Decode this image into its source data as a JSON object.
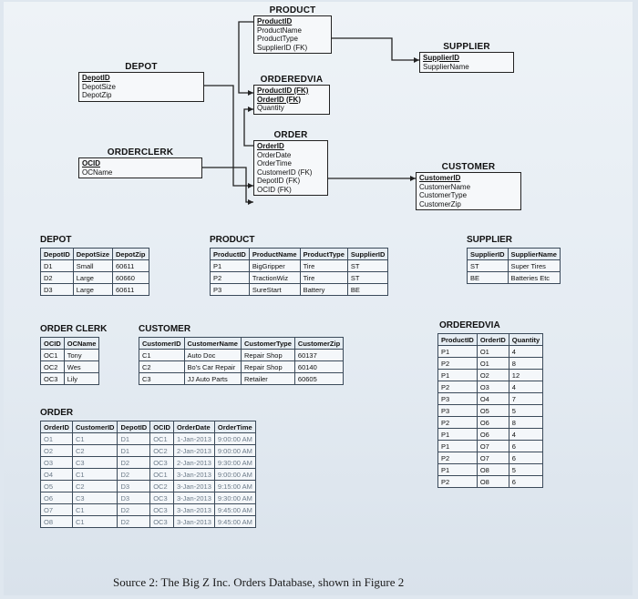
{
  "erd": {
    "product": {
      "name": "PRODUCT",
      "fields": [
        "ProductID",
        "ProductName",
        "ProductType",
        "SupplierID (FK)"
      ]
    },
    "depot": {
      "name": "DEPOT",
      "fields": [
        "DepotID",
        "DepotSize",
        "DepotZip"
      ]
    },
    "supplier": {
      "name": "SUPPLIER",
      "fields": [
        "SupplierID",
        "SupplierName"
      ]
    },
    "orderedvia": {
      "name": "ORDEREDVIA",
      "fields": [
        "ProductID (FK)",
        "OrderID (FK)",
        "Quantity"
      ]
    },
    "orderclerk": {
      "name": "ORDERCLERK",
      "fields": [
        "OCID",
        "OCName"
      ]
    },
    "order": {
      "name": "ORDER",
      "fields": [
        "OrderID",
        "OrderDate",
        "OrderTime",
        "CustomerID (FK)",
        "DepotID (FK)",
        "OCID (FK)"
      ]
    },
    "customer": {
      "name": "CUSTOMER",
      "fields": [
        "CustomerID",
        "CustomerName",
        "CustomerType",
        "CustomerZip"
      ]
    }
  },
  "tables": {
    "depot": {
      "title": "DEPOT",
      "headers": [
        "DepotID",
        "DepotSize",
        "DepotZip"
      ],
      "rows": [
        [
          "D1",
          "Small",
          "60611"
        ],
        [
          "D2",
          "Large",
          "60660"
        ],
        [
          "D3",
          "Large",
          "60611"
        ]
      ]
    },
    "product": {
      "title": "PRODUCT",
      "headers": [
        "ProductID",
        "ProductName",
        "ProductType",
        "SupplierID"
      ],
      "rows": [
        [
          "P1",
          "BigGripper",
          "Tire",
          "ST"
        ],
        [
          "P2",
          "TractionWiz",
          "Tire",
          "ST"
        ],
        [
          "P3",
          "SureStart",
          "Battery",
          "BE"
        ]
      ]
    },
    "supplier": {
      "title": "SUPPLIER",
      "headers": [
        "SupplierID",
        "SupplierName"
      ],
      "rows": [
        [
          "ST",
          "Super Tires"
        ],
        [
          "BE",
          "Batteries Etc"
        ]
      ]
    },
    "orderclerk": {
      "title": "ORDER CLERK",
      "headers": [
        "OCID",
        "OCName"
      ],
      "rows": [
        [
          "OC1",
          "Tony"
        ],
        [
          "OC2",
          "Wes"
        ],
        [
          "OC3",
          "Lily"
        ]
      ]
    },
    "customer": {
      "title": "CUSTOMER",
      "headers": [
        "CustomerID",
        "CustomerName",
        "CustomerType",
        "CustomerZip"
      ],
      "rows": [
        [
          "C1",
          "Auto Doc",
          "Repair Shop",
          "60137"
        ],
        [
          "C2",
          "Bo's Car Repair",
          "Repair Shop",
          "60140"
        ],
        [
          "C3",
          "JJ Auto Parts",
          "Retailer",
          "60605"
        ]
      ]
    },
    "orderedvia": {
      "title": "ORDEREDVIA",
      "headers": [
        "ProductID",
        "OrderID",
        "Quantity"
      ],
      "rows": [
        [
          "P1",
          "O1",
          "4"
        ],
        [
          "P2",
          "O1",
          "8"
        ],
        [
          "P1",
          "O2",
          "12"
        ],
        [
          "P2",
          "O3",
          "4"
        ],
        [
          "P3",
          "O4",
          "7"
        ],
        [
          "P3",
          "O5",
          "5"
        ],
        [
          "P2",
          "O6",
          "8"
        ],
        [
          "P1",
          "O6",
          "4"
        ],
        [
          "P1",
          "O7",
          "6"
        ],
        [
          "P2",
          "O7",
          "6"
        ],
        [
          "P1",
          "O8",
          "5"
        ],
        [
          "P2",
          "O8",
          "6"
        ]
      ]
    },
    "order": {
      "title": "ORDER",
      "headers": [
        "OrderID",
        "CustomerID",
        "DepotID",
        "OCID",
        "OrderDate",
        "OrderTime"
      ],
      "rows": [
        [
          "O1",
          "C1",
          "D1",
          "OC1",
          "1-Jan-2013",
          "9:00:00 AM"
        ],
        [
          "O2",
          "C2",
          "D1",
          "OC2",
          "2-Jan-2013",
          "9:00:00 AM"
        ],
        [
          "O3",
          "C3",
          "D2",
          "OC3",
          "2-Jan-2013",
          "9:30:00 AM"
        ],
        [
          "O4",
          "C1",
          "D2",
          "OC1",
          "3-Jan-2013",
          "9:00:00 AM"
        ],
        [
          "O5",
          "C2",
          "D3",
          "OC2",
          "3-Jan-2013",
          "9:15:00 AM"
        ],
        [
          "O6",
          "C3",
          "D3",
          "OC3",
          "3-Jan-2013",
          "9:30:00 AM"
        ],
        [
          "O7",
          "C1",
          "D2",
          "OC3",
          "3-Jan-2013",
          "9:45:00 AM"
        ],
        [
          "O8",
          "C1",
          "D2",
          "OC3",
          "3-Jan-2013",
          "9:45:00 AM"
        ]
      ]
    }
  },
  "source_caption": "Source 2: The Big Z Inc. Orders Database, shown in Figure 2"
}
